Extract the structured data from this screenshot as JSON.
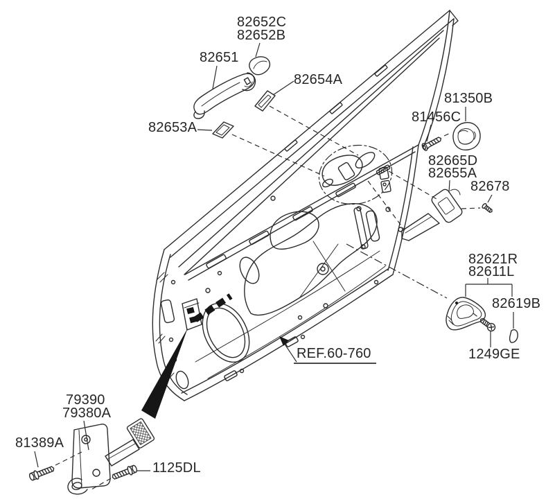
{
  "figure": {
    "type": "exploded-parts-diagram",
    "subject": "front-door-handle-and-check-strap",
    "background": "#ffffff",
    "line_color": "#2b2b2b",
    "accent_black": "#161616"
  },
  "parts": [
    {
      "label": "82652C"
    },
    {
      "label": "82652B"
    },
    {
      "label": "82651"
    },
    {
      "label": "82654A"
    },
    {
      "label": "82653A"
    },
    {
      "label": "81350B"
    },
    {
      "label": "81456C"
    },
    {
      "label": "82665D"
    },
    {
      "label": "82655A"
    },
    {
      "label": "82678"
    },
    {
      "label": "82621R"
    },
    {
      "label": "82611L"
    },
    {
      "label": "82619B"
    },
    {
      "label": "1249GE"
    },
    {
      "label": "79390"
    },
    {
      "label": "79380A"
    },
    {
      "label": "81389A"
    },
    {
      "label": "1125DL"
    }
  ],
  "ref": {
    "label": "REF.60-760"
  }
}
